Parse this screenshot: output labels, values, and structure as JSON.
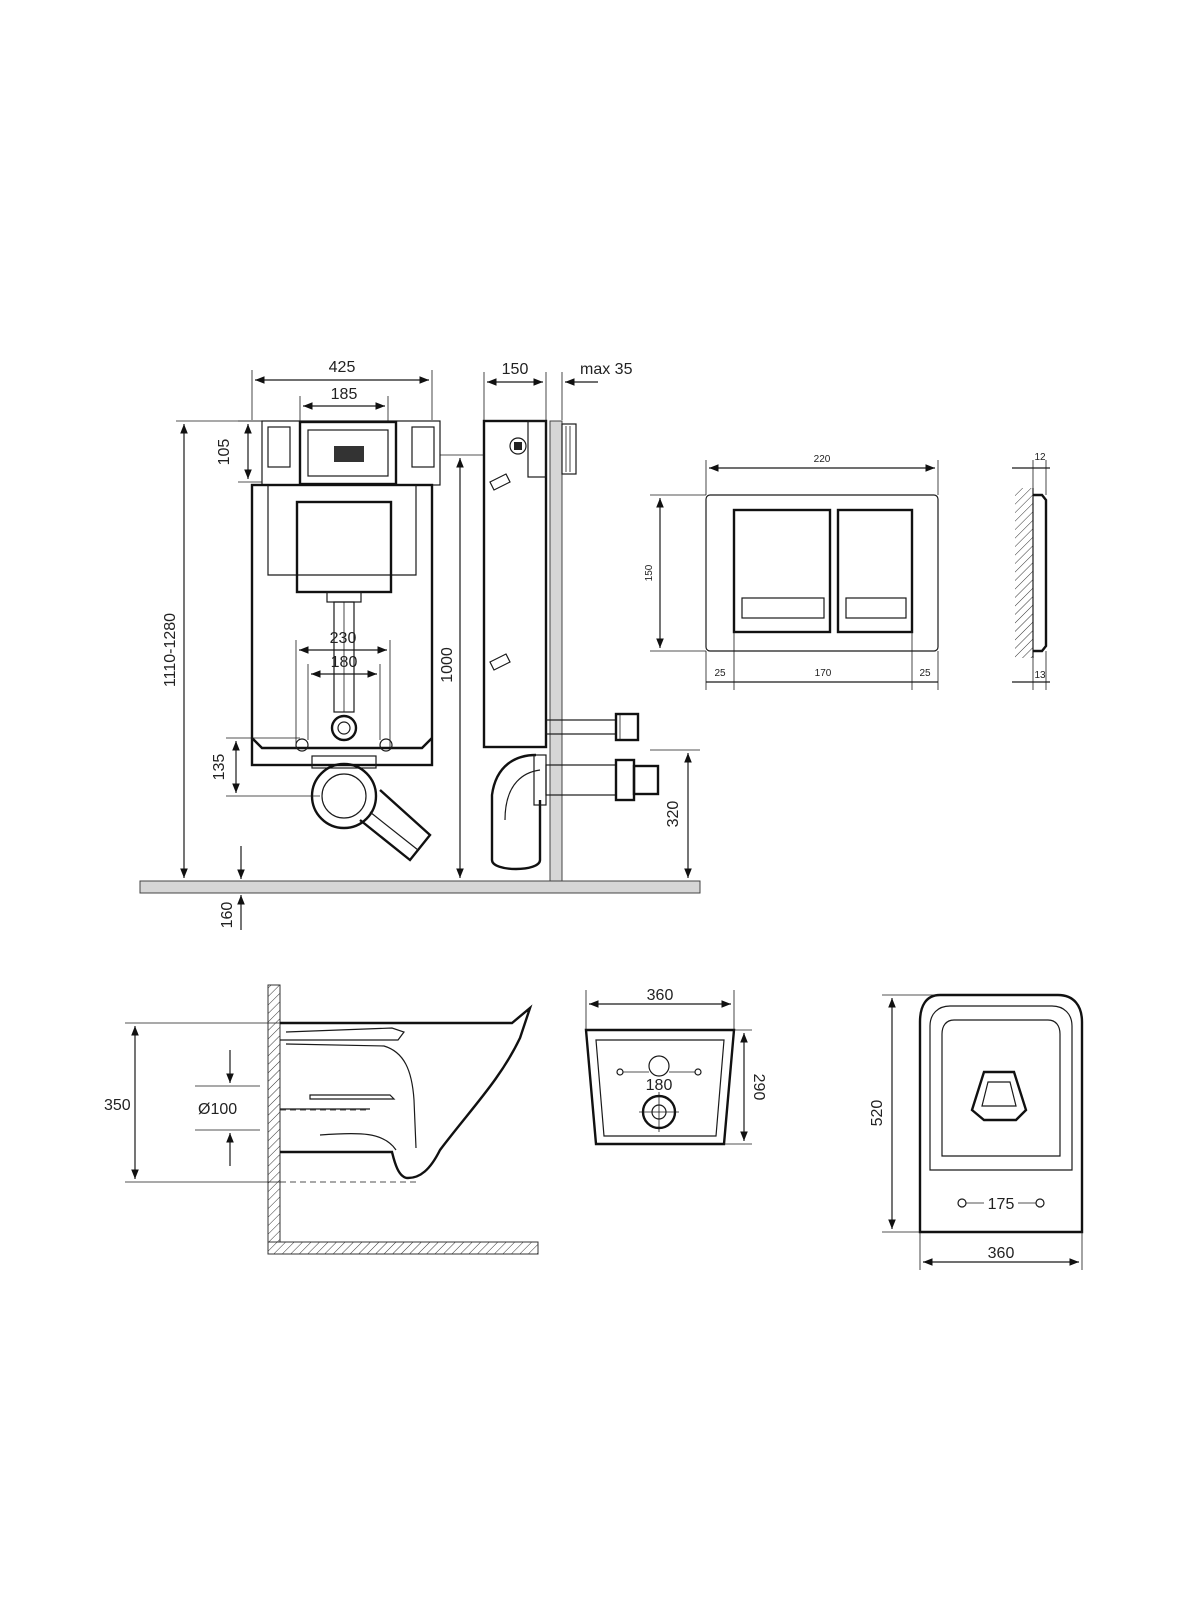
{
  "frame_front": {
    "width_total": "425",
    "width_top_box": "185",
    "height_top": "105",
    "height_range": "1110-1280",
    "width_outlet": "230",
    "width_bolts": "180",
    "height_outlet": "135",
    "floor_offset": "160"
  },
  "frame_side": {
    "depth": "150",
    "max_wall": "max 35",
    "height_frame": "1000",
    "height_outlet": "320"
  },
  "flush_plate": {
    "width": "220",
    "height": "150",
    "margin_left": "25",
    "inner_width": "170",
    "margin_right": "25"
  },
  "flush_plate_side": {
    "thickness": "12",
    "depth": "13"
  },
  "bowl_side": {
    "height": "350",
    "pipe_diameter": "Ø100"
  },
  "bowl_back": {
    "width": "360",
    "height": "290",
    "bolt_spacing": "180"
  },
  "bowl_top": {
    "length": "520",
    "width": "360",
    "bolt_spacing": "175"
  }
}
